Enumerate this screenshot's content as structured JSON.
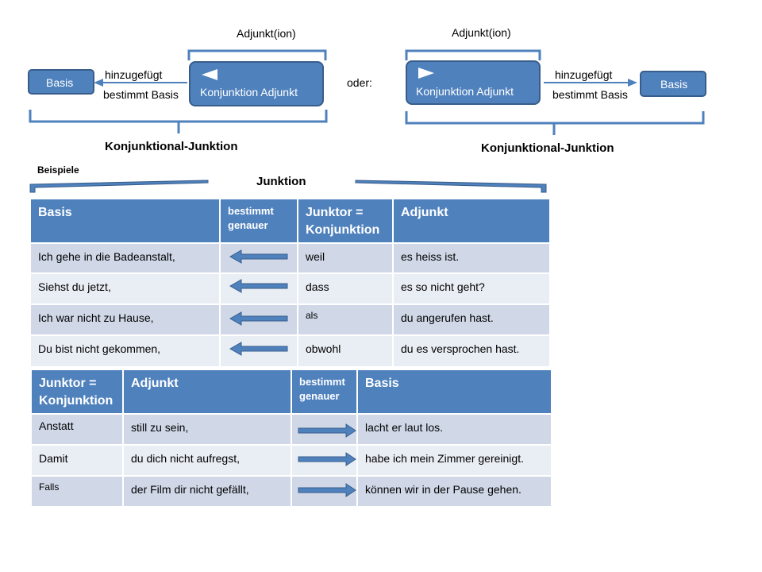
{
  "top_left": {
    "basis": "Basis",
    "added": "hinzugefügt",
    "determines": "bestimmt Basis",
    "bracket_label": "Adjunkt(ion)",
    "box_label": "Konjunktion  Adjunkt",
    "caption": "Konjunktional-Junktion"
  },
  "oder": "oder:",
  "top_right": {
    "bracket_label": "Adjunkt(ion)",
    "box_label": "Konjunktion  Adjunkt",
    "added": "hinzugefügt",
    "determines": "bestimmt Basis",
    "basis": "Basis",
    "caption": "Konjunktional-Junktion"
  },
  "examples_label": "Beispiele",
  "junktion_title": "Junktion",
  "table1": {
    "headers": [
      "Basis",
      "bestimmt genauer",
      "Junktor = Konjunktion",
      "Adjunkt"
    ],
    "rows": [
      {
        "basis": "Ich gehe in die Badeanstalt,",
        "junktor": "weil",
        "adjunkt": "es heiss ist."
      },
      {
        "basis": "Siehst du jetzt,",
        "junktor": "dass",
        "adjunkt": "es so nicht geht?"
      },
      {
        "basis": "Ich war nicht zu Hause,",
        "junktor": "als",
        "adjunkt": "du angerufen hast."
      },
      {
        "basis": "Du bist nicht gekommen,",
        "junktor": "obwohl",
        "adjunkt": "du es versprochen hast."
      }
    ]
  },
  "table2": {
    "headers": [
      "Junktor = Konjunktion",
      "Adjunkt",
      "bestimmt genauer",
      "Basis"
    ],
    "rows": [
      {
        "junktor": "Anstatt",
        "adjunkt": "still zu sein,",
        "basis": "lacht er laut los."
      },
      {
        "junktor": "Damit",
        "adjunkt": "du dich nicht aufregst,",
        "basis": "habe ich mein Zimmer gereinigt."
      },
      {
        "junktor": "Falls",
        "adjunkt": "der Film dir nicht gefällt,",
        "basis": "können wir in der Pause gehen."
      }
    ]
  },
  "colors": {
    "box_fill": "#4f81bd",
    "box_border": "#385d8a",
    "row_odd": "#d0d8e8",
    "row_even": "#e9edf4"
  }
}
